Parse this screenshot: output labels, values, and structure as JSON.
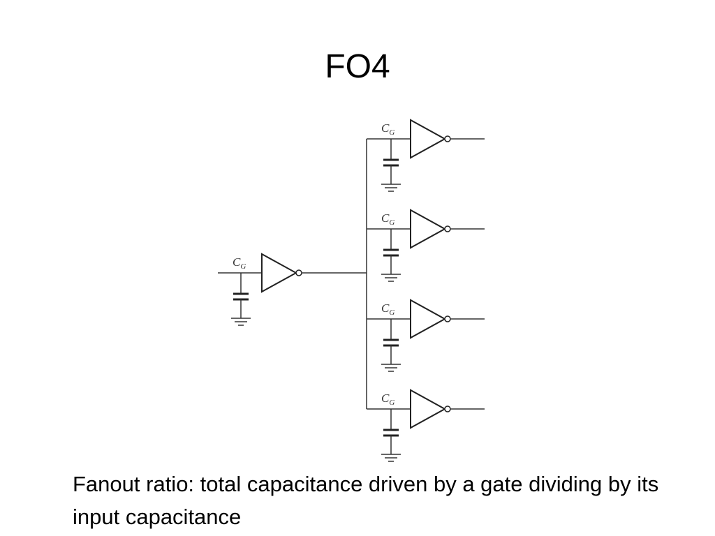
{
  "slide": {
    "title": "FO4",
    "caption": "Fanout ratio: total capacitance driven by a gate dividing by its input capacitance"
  },
  "diagram": {
    "capacitor_label": {
      "main": "C",
      "subscript": "G"
    },
    "driver_count": 1,
    "load_count": 4
  }
}
